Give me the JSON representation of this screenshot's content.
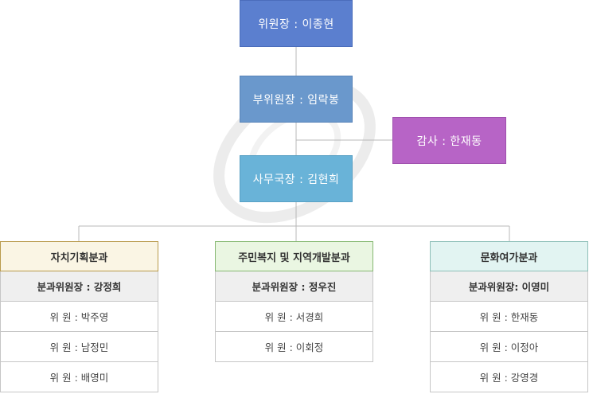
{
  "chairman": "위원장 : 이종현",
  "vice_chairman": "부위원장 : 임락봉",
  "auditor": "감사 : 한재동",
  "secretary_general": "사무국장 : 김현희",
  "departments": [
    {
      "name": "자치기획분과",
      "head": "분과위원장 : 강정희",
      "members": [
        "위 원 : 박주영",
        "위 원 : 남정민",
        "위 원 : 배영미"
      ]
    },
    {
      "name": "주민복지 및 지역개발분과",
      "head": "분과위원장 : 정우진",
      "members": [
        "위 원 : 서경희",
        "위 원 : 이회정"
      ]
    },
    {
      "name": "문화여가분과",
      "head": "분과위원장: 이영미",
      "members": [
        "위 원 : 한재동",
        "위 원 : 이정아",
        "위 원 : 강영경"
      ]
    }
  ],
  "colors": {
    "chairman": "#5b7fcf",
    "vice_chairman": "#6a98cc",
    "auditor": "#b764c6",
    "secretary_general": "#69b3d8"
  }
}
